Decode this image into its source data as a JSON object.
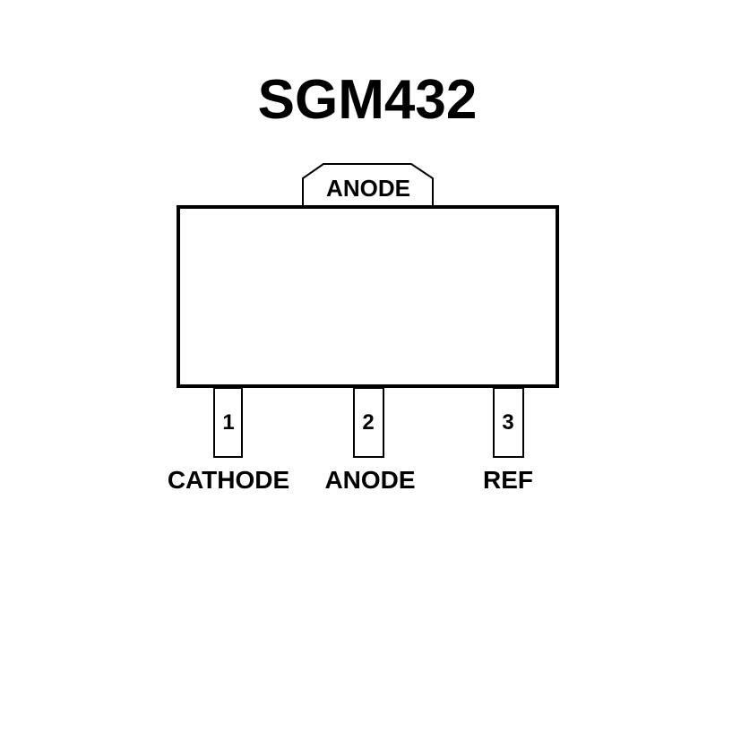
{
  "title": "SGM432",
  "tab_label": "ANODE",
  "pins": [
    {
      "number": "1",
      "label": "CATHODE"
    },
    {
      "number": "2",
      "label": "ANODE"
    },
    {
      "number": "3",
      "label": "REF"
    }
  ]
}
